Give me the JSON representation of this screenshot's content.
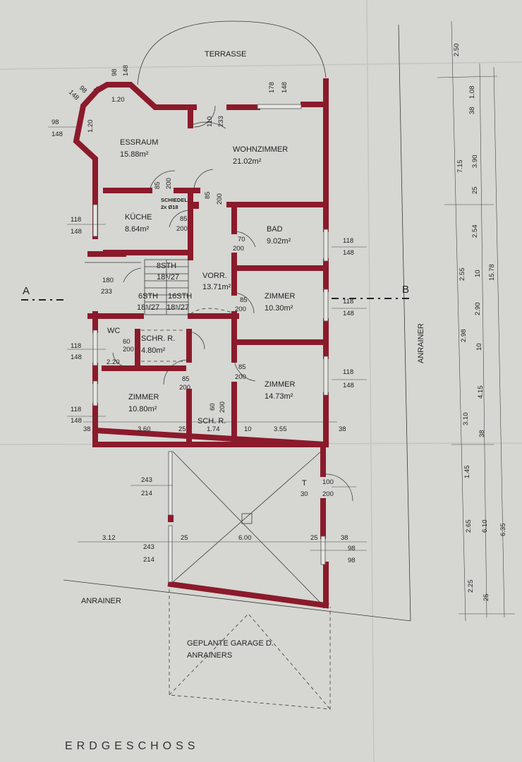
{
  "title": "ERDGESCHOSS",
  "terrace": "TERRASSE",
  "rooms": {
    "essraum": {
      "name": "ESSRAUM",
      "area": "15.88m²"
    },
    "wohnzimmer": {
      "name": "WOHNZIMMER",
      "area": "21.02m²"
    },
    "kueche": {
      "name": "KÜCHE",
      "area": "8.64m²"
    },
    "bad": {
      "name": "BAD",
      "area": "9.02m²"
    },
    "vorr": {
      "name": "VORR.",
      "area": "13.71m²"
    },
    "zimmer1": {
      "name": "ZIMMER",
      "area": "10.30m²"
    },
    "wc": {
      "name": "WC"
    },
    "schrank": {
      "name": "SCHR. R.",
      "area": "4.80m²"
    },
    "zimmer2": {
      "name": "ZIMMER",
      "area": "10.80m²"
    },
    "zimmer3": {
      "name": "ZIMMER",
      "area": "14.73m²"
    },
    "schr2": {
      "name": "SCH. R."
    }
  },
  "stairs": {
    "top": "8STH",
    "top_dim": "18⁵/27",
    "left": "6STH",
    "left_dim": "18⁵/27",
    "right": "16STH",
    "right_dim": "18⁵/27"
  },
  "schiedel": {
    "line1": "SCHIEDEL",
    "line2": "2x Ø18"
  },
  "garage": {
    "line1": "GEPLANTE GARAGE D.",
    "line2": "ANRAINERS"
  },
  "neighbor_bottom": "ANRAINER",
  "neighbor_right": "ANRAINER",
  "sections": {
    "a": "A",
    "b": "B"
  },
  "door_T": "T",
  "dims": {
    "d98a": "98",
    "d148a": "148",
    "d98b": "98",
    "d148b": "148",
    "d98c": "98",
    "d148c": "148",
    "d120a": "1.20",
    "d120b": "1.20",
    "d110": "110",
    "d233a": "233",
    "d178": "178",
    "d148d": "148",
    "d85_200_k": "85",
    "d200_k": "200",
    "d85_200_w": "85",
    "d200_w": "200",
    "d85_kue": "85",
    "d200_kue": "200",
    "d118_148_l1": "118",
    "d148_l1": "148",
    "d70": "70",
    "d200_bad": "200",
    "d180": "180",
    "d233b": "233",
    "d118_r1": "118",
    "d148_r1": "148",
    "d118_r2": "118",
    "d148_r2": "148",
    "d85_vorr": "85",
    "d200_vorr": "200",
    "d60_wc": "60",
    "d200_wc": "200",
    "d220": "2.20",
    "d118_l2": "118",
    "d148_l2": "148",
    "d85_z2": "85",
    "d200_z2": "200",
    "d85_z3": "85",
    "d200_z3": "200",
    "d118_r3": "118",
    "d148_r3": "148",
    "d60_sch": "60",
    "d200_sch": "200",
    "d118_l3": "118",
    "d148_l3": "148",
    "d38a": "38",
    "d360": "3.60",
    "d25a": "25",
    "d174": "1.74",
    "d10": "10",
    "d355": "3.55",
    "d38b": "38",
    "d243a": "243",
    "d214a": "214",
    "d30": "30",
    "d100": "100",
    "d200_t": "200",
    "d312": "3.12",
    "d243b": "243",
    "d214b": "214",
    "d25b": "25",
    "d600": "6.00",
    "d25c": "25",
    "d38c": "38",
    "d98d": "98",
    "d98e": "98",
    "r250": "2.50",
    "r108": "1.08",
    "r38": "38",
    "r715": "7.15",
    "r390": "3.90",
    "r25a": "25",
    "r254": "2.54",
    "r255": "2.55",
    "r10a": "10",
    "r1578": "15.78",
    "r290": "2.90",
    "r298": "2.98",
    "r10b": "10",
    "r415": "4.15",
    "r310": "3.10",
    "r38b": "38",
    "r145": "1.45",
    "r265": "2.65",
    "r610": "6.10",
    "r635": "6.35",
    "r225": "2.25",
    "r25b": "25"
  }
}
